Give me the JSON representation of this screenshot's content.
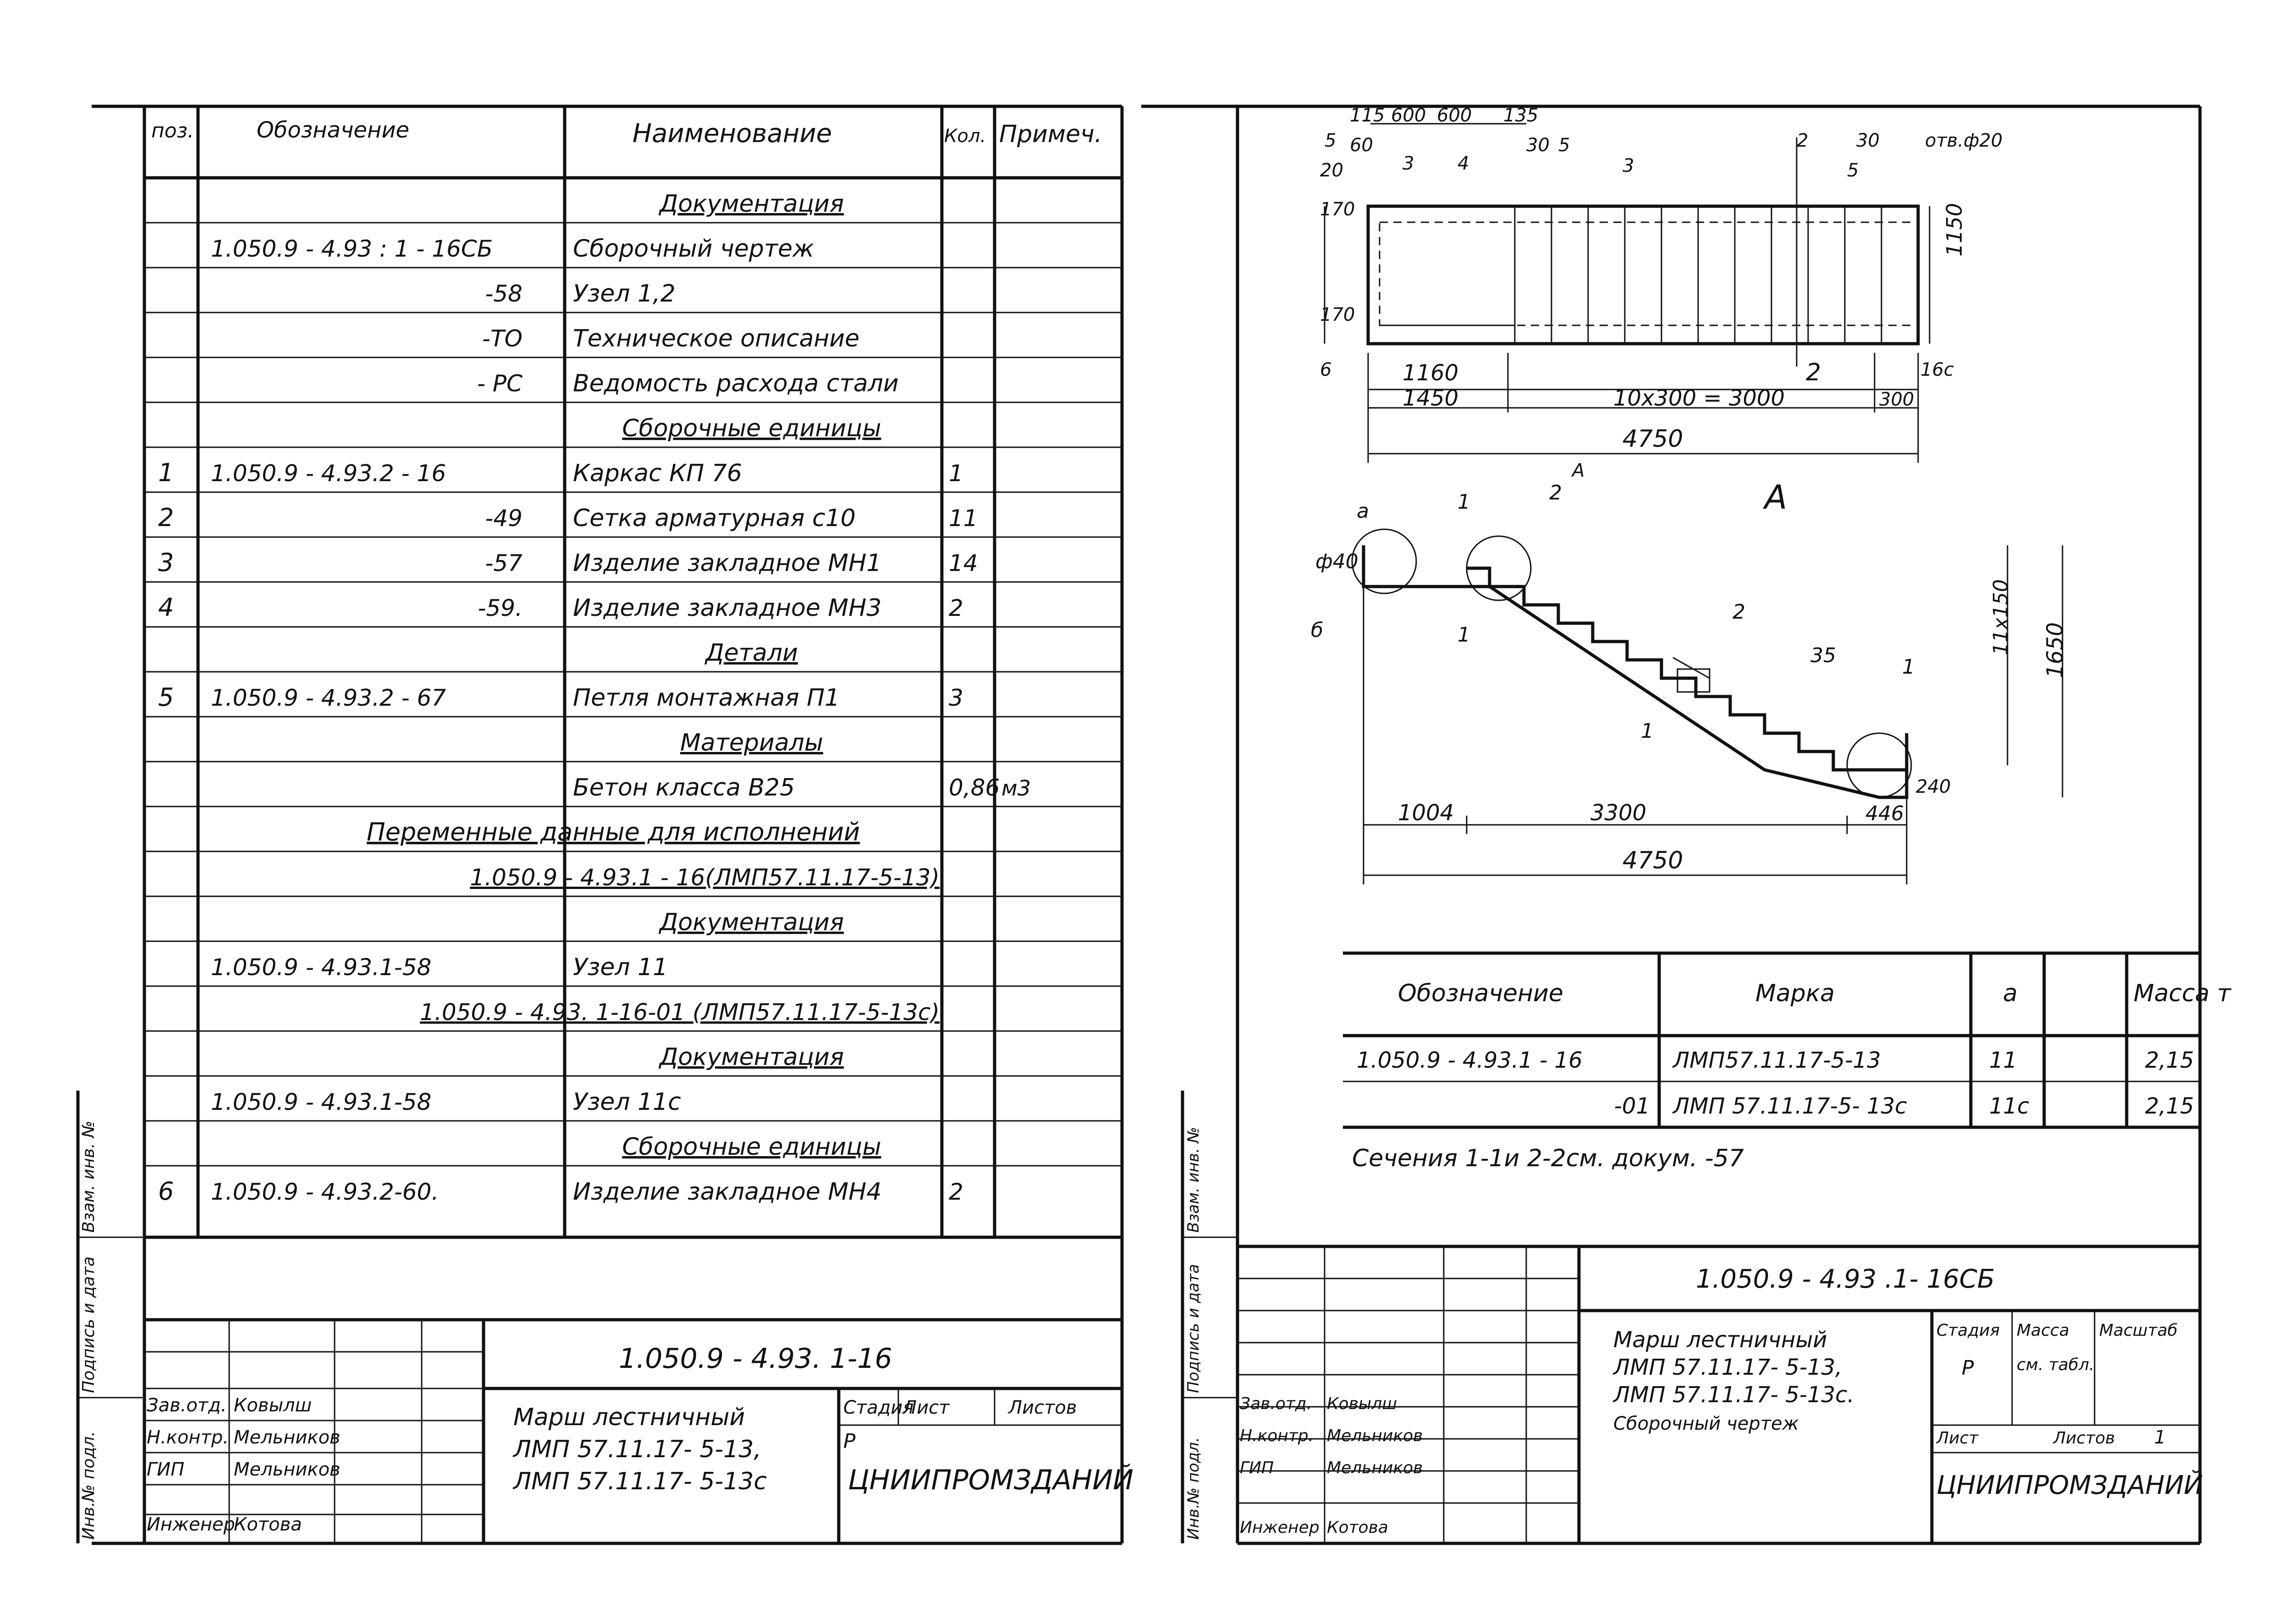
{
  "left_sheet": {
    "headers": {
      "pos": "поз.",
      "designation": "Обозначение",
      "name": "Наименование",
      "qty": "Кол.",
      "note": "Примеч."
    },
    "rows": [
      {
        "pos": "",
        "designation": "",
        "name": "Документация",
        "qty": "",
        "note": "",
        "section": true
      },
      {
        "pos": "",
        "designation": "1.050.9 - 4.93 : 1 - 16СБ",
        "name": "Сборочный чертеж",
        "qty": "",
        "note": ""
      },
      {
        "pos": "",
        "designation": "-58",
        "name": "Узел 1,2",
        "qty": "",
        "note": ""
      },
      {
        "pos": "",
        "designation": "-ТО",
        "name": "Техническое описание",
        "qty": "",
        "note": ""
      },
      {
        "pos": "",
        "designation": "- РС",
        "name": "Ведомость расхода стали",
        "qty": "",
        "note": ""
      },
      {
        "pos": "",
        "designation": "",
        "name": "Сборочные единицы",
        "qty": "",
        "note": "",
        "section": true
      },
      {
        "pos": "1",
        "designation": "1.050.9 - 4.93.2 - 16",
        "name": "Каркас КП 76",
        "qty": "1",
        "note": ""
      },
      {
        "pos": "2",
        "designation": "-49",
        "name": "Сетка арматурная с10",
        "qty": "11",
        "note": ""
      },
      {
        "pos": "3",
        "designation": "-57",
        "name": "Изделие закладное МН1",
        "qty": "14",
        "note": ""
      },
      {
        "pos": "4",
        "designation": "-59.",
        "name": "Изделие закладное МН3",
        "qty": "2",
        "note": ""
      },
      {
        "pos": "",
        "designation": "",
        "name": "Детали",
        "qty": "",
        "note": "",
        "section": true
      },
      {
        "pos": "5",
        "designation": "1.050.9 - 4.93.2 - 67",
        "name": "Петля монтажная П1",
        "qty": "3",
        "note": ""
      },
      {
        "pos": "",
        "designation": "",
        "name": "Материалы",
        "qty": "",
        "note": "",
        "section": true
      },
      {
        "pos": "",
        "designation": "",
        "name": "Бетон класса В25",
        "qty": "0,86",
        "note": "м3"
      }
    ],
    "variable_heading": "Переменные данные для исполнений",
    "variant1": "1.050.9 - 4.93.1 - 16(ЛМП57.11.17-5-13)",
    "variant1_rows": [
      {
        "pos": "",
        "designation": "",
        "name": "Документация",
        "section": true
      },
      {
        "pos": "",
        "designation": "1.050.9 - 4.93.1-58",
        "name": "Узел 11"
      }
    ],
    "variant2": "1.050.9 - 4.93. 1-16-01 (ЛМП57.11.17-5-13с)",
    "variant2_rows": [
      {
        "pos": "",
        "designation": "",
        "name": "Документация",
        "section": true
      },
      {
        "pos": "",
        "designation": "1.050.9 - 4.93.1-58",
        "name": "Узел 11с"
      },
      {
        "pos": "",
        "designation": "",
        "name": "Сборочные единицы",
        "section": true
      },
      {
        "pos": "6",
        "designation": "1.050.9 - 4.93.2-60.",
        "name": "Изделие закладное МН4",
        "qty": "2"
      }
    ],
    "title_block": {
      "doc_number": "1.050.9 - 4.93. 1-16",
      "title_lines": [
        "Марш лестничный",
        "ЛМП 57.11.17- 5-13,",
        "ЛМП 57.11.17- 5-13с"
      ],
      "stage_label": "Стадия",
      "stage": "Р",
      "sheet_label": "Лист",
      "sheets_label": "Листов",
      "organization": "ЦНИИПРОМЗДАНИЙ",
      "people": [
        {
          "role": "Зав.отд.",
          "name": "Ковылш"
        },
        {
          "role": "Н.контр.",
          "name": "Мельников"
        },
        {
          "role": "ГИП",
          "name": "Мельников"
        },
        {
          "role": "Инженер",
          "name": "Котова"
        }
      ],
      "side_labels": [
        "Инв.№ подл.",
        "Подпись и дата",
        "Взам. инв. №"
      ]
    }
  },
  "right_sheet": {
    "plan_dims": {
      "top": [
        "115",
        "600",
        "600",
        "135",
        "60",
        "5",
        "3",
        "4",
        "30",
        "5",
        "3",
        "2",
        "30",
        "5",
        "отв.ф20"
      ],
      "left": [
        "20",
        "170",
        "170",
        "6"
      ],
      "bottom": [
        "1160",
        "1450",
        "10х300 = 3000",
        "300",
        "16с",
        "4750"
      ],
      "right": "1150",
      "section_mark": "2",
      "view_label": "А"
    },
    "section_label": "А",
    "elev_dims": {
      "labels": [
        "а",
        "ф40",
        "б",
        "1",
        "1",
        "2",
        "2",
        "35",
        "1",
        "1"
      ],
      "right1": "11х150",
      "right2": "1650",
      "bottom_height": "240",
      "bottom": [
        "1004",
        "3300",
        "446",
        "4750"
      ]
    },
    "table": {
      "headers": [
        "Обозначение",
        "Марка",
        "а",
        "",
        "Масса т"
      ],
      "rows": [
        [
          "1.050.9 - 4.93.1 - 16",
          "ЛМП57.11.17-5-13",
          "11",
          "",
          "2,15"
        ],
        [
          "-01",
          "ЛМП 57.11.17-5- 13с",
          "11с",
          "",
          "2,15"
        ]
      ]
    },
    "note": "Сечения 1-1и 2-2см. докум. -57",
    "title_block": {
      "doc_number": "1.050.9 - 4.93 .1- 16СБ",
      "title_lines": [
        "Марш лестничный",
        "ЛМП 57.11.17- 5-13,",
        "ЛМП 57.11.17- 5-13с.",
        "Сборочный чертеж"
      ],
      "stage_label": "Стадия",
      "stage": "Р",
      "mass_label": "Масса",
      "mass": "см. табл.",
      "scale_label": "Масштаб",
      "sheet_label": "Лист",
      "sheets_label": "Листов",
      "sheets": "1",
      "organization": "ЦНИИПРОМЗДАНИЙ",
      "people": [
        {
          "role": "Зав.отд.",
          "name": "Ковылш"
        },
        {
          "role": "Н.контр.",
          "name": "Мельников"
        },
        {
          "role": "ГИП",
          "name": "Мельников"
        },
        {
          "role": "Инженер",
          "name": "Котова"
        }
      ],
      "side_labels": [
        "Инв.№ подл.",
        "Подпись и дата",
        "Взам. инв. №"
      ]
    }
  }
}
